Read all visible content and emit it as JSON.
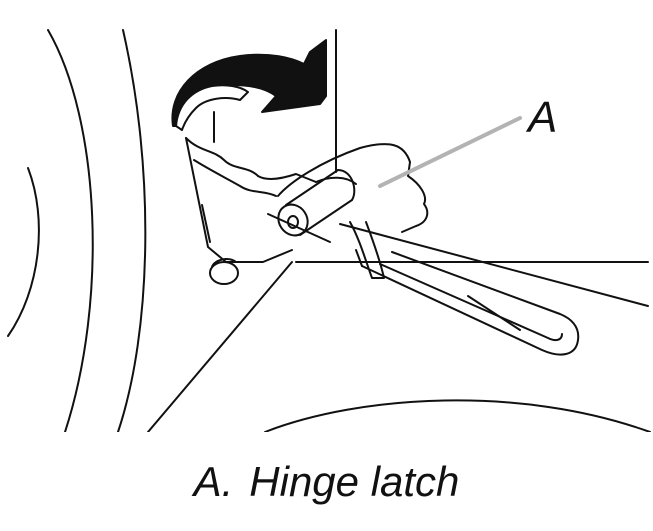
{
  "figure": {
    "callout_letter": "A",
    "caption": {
      "label": "A.",
      "text": "Hinge latch"
    }
  },
  "colors": {
    "line": "#111111",
    "leader": "#b3b3b3",
    "background": "#ffffff"
  }
}
